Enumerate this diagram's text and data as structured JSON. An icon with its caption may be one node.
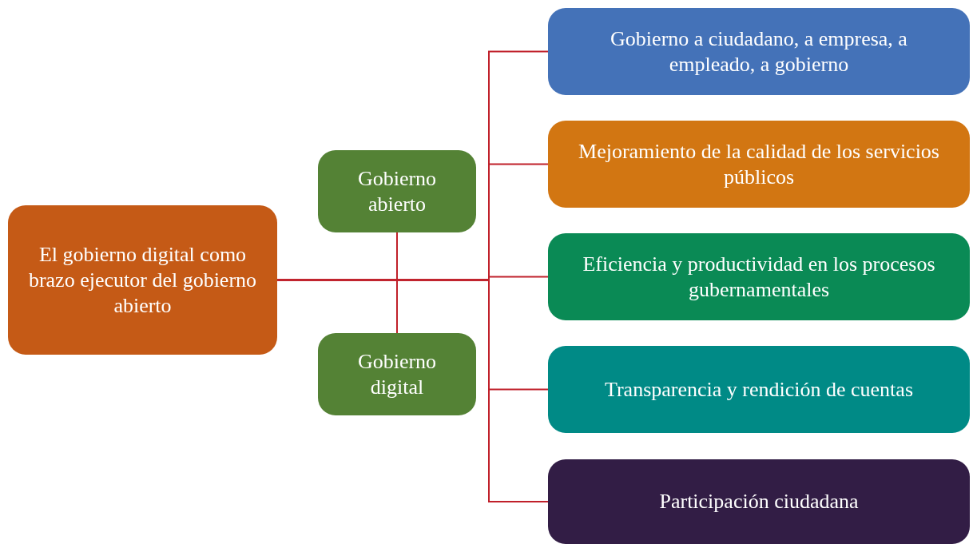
{
  "diagram": {
    "nodes": [
      {
        "text": [
          "El gobierno digital como brazo ejecutor del gobierno abierto"
        ]
      },
      {
        "text": [
          "Gobierno abierto"
        ]
      },
      {
        "text": [
          "Gobierno digital"
        ]
      },
      {
        "text": [
          "Gobierno a ciudadano, a empresa, a empleado, a gobierno"
        ]
      },
      {
        "text": [
          "Mejoramiento de la calidad de los servicios públicos"
        ]
      },
      {
        "text": [
          "Eficiencia y productividad en los procesos gubernamentales"
        ]
      },
      {
        "text": [
          "Transparencia y rendición de cuentas"
        ]
      },
      {
        "text": [
          "Participación ciudadana"
        ]
      }
    ],
    "edges": [
      {
        "from": 1,
        "to": 2,
        "arrow": "none"
      },
      {
        "from": 0,
        "to": 3,
        "arrow": "none"
      },
      {
        "from": 0,
        "to": 4,
        "arrow": "none"
      },
      {
        "from": 0,
        "to": 5,
        "arrow": "none"
      },
      {
        "from": 0,
        "to": 6,
        "arrow": "none"
      },
      {
        "from": 0,
        "to": 7,
        "arrow": "none"
      }
    ]
  }
}
